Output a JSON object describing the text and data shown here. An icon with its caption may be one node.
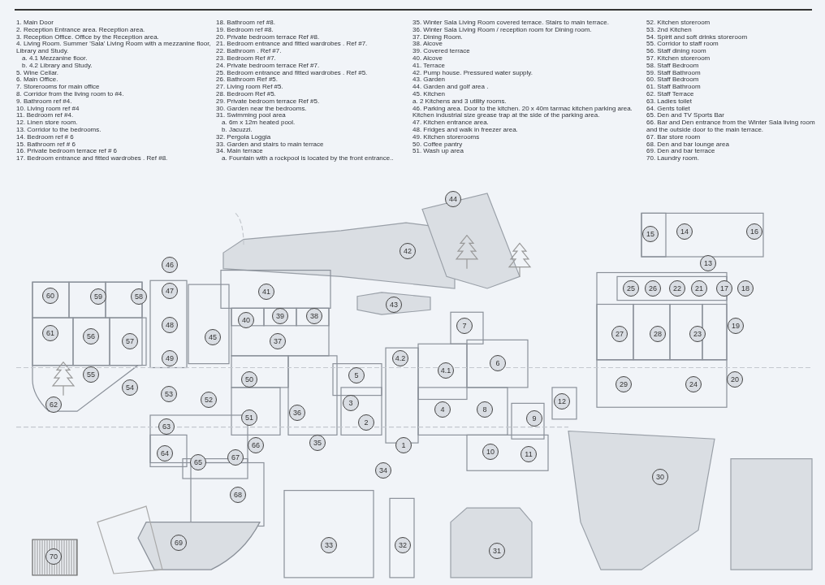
{
  "diagram": {
    "labels": [
      "1. Main Door",
      "2. Reception Entrance area. Reception area.",
      "3. Reception Office. Office by the Reception area.",
      "4. Living Room. Summer 'Sala' Living Room with a mezzanine floor, Library and Study.",
      "a. 4.1 Mezzanine floor.",
      "b. 4.2 Library and Study.",
      "5. Wine Cellar.",
      "6. Main Office.",
      "7. Storerooms for main office",
      "8. Corridor from the living room to #4.",
      "9. Bathroom ref #4.",
      "10. Living room ref #4",
      "11. Bedroom ref #4.",
      "12. Linen store room.",
      "13. Corridor to the bedrooms.",
      "14. Bedroom ref # 6",
      "15. Bathroom ref # 6",
      "16. Private bedroom terrace ref # 6",
      "17. Bedroom entrance and fitted wardrobes . Ref #8.",
      "18. Bathroom ref #8.",
      "19. Bedroom ref #8.",
      "20. Private bedroom terrace Ref #8.",
      "21. Bedroom entrance and fitted wardrobes . Ref #7.",
      "22. Bathroom . Ref #7.",
      "23. Bedroom Ref #7.",
      "24. Private bedroom terrace Ref #7.",
      "25. Bedroom entrance and fitted wardrobes . Ref #5.",
      "26. Bathroom Ref #5.",
      "27. Living room Ref #5.",
      "28. Bedroom Ref #5.",
      "29. Private bedroom terrace Ref #5.",
      "30. Garden near the bedrooms.",
      "31. Swimming pool area",
      "a. 6m x 12m heated pool.",
      "b. Jacuzzi.",
      "32. Pergola Loggia",
      "33. Garden and stairs to main terrace",
      "34. Main terrace",
      "a. Fountain with a rockpool is located by the front entrance..",
      "35. Winter Sala Living Room covered terrace. Stairs to main terrace.",
      "36. Winter Sala Living Room / reception room for Dining room.",
      "37. Dining Room.",
      "38. Alcove",
      "39. Covered terrace",
      "40. Alcove",
      "41. Terrace",
      "42. Pump house. Pressured water supply.",
      "43. Garden",
      "44. Garden and golf area .",
      "45. Kitchen",
      "a. 2 Kitchens and 3 utility rooms.",
      "46. Parking area. Door to the kitchen. 20 x 40m tarmac kitchen parking area. Kitchen industrial size grease trap at the side of the parking area.",
      "47. Kitchen entrance area.",
      "48. Fridges and walk in freezer area.",
      "49. Kitchen storerooms",
      "50. Coffee pantry",
      "51. Wash up area",
      "52. Kitchen storeroom",
      "53. 2nd Kitchen",
      "54. Spirit and soft drinks storeroom",
      "55. Corridor to staff room",
      "56. Staff dining room",
      "57. Kitchen storeroom",
      "58. Staff Bedroom",
      "59. Staff Bathroom",
      "60. Staff Bedroom",
      "61. Staff Bathroom",
      "62. Staff Terrace",
      "63. Ladies toilet",
      "64. Gents toilet",
      "65. Den and TV Sports Bar",
      "66. Bar and Den entrance from the Winter Sala living room and the outside door to the main terrace.",
      "67. Bar store room",
      "68. Den and bar lounge area",
      "69. Den and bar terrace",
      "70. Laundry room.",
      "1",
      "2",
      "3",
      "4",
      "4.1",
      "4.2",
      "5",
      "6",
      "7",
      "8",
      "9",
      "10",
      "11",
      "12",
      "13",
      "14",
      "15",
      "16",
      "17",
      "18",
      "19",
      "20",
      "21",
      "22",
      "23",
      "24",
      "25",
      "26",
      "27",
      "28",
      "29",
      "30",
      "31",
      "32",
      "33",
      "34",
      "35",
      "36",
      "37",
      "38",
      "39",
      "40",
      "41",
      "42",
      "43",
      "44",
      "45",
      "46",
      "47",
      "48",
      "49",
      "50",
      "51",
      "52",
      "53",
      "54",
      "55",
      "56",
      "57",
      "58",
      "59",
      "60",
      "61",
      "62",
      "63",
      "64",
      "65",
      "66",
      "67",
      "68",
      "69",
      "70"
    ]
  }
}
